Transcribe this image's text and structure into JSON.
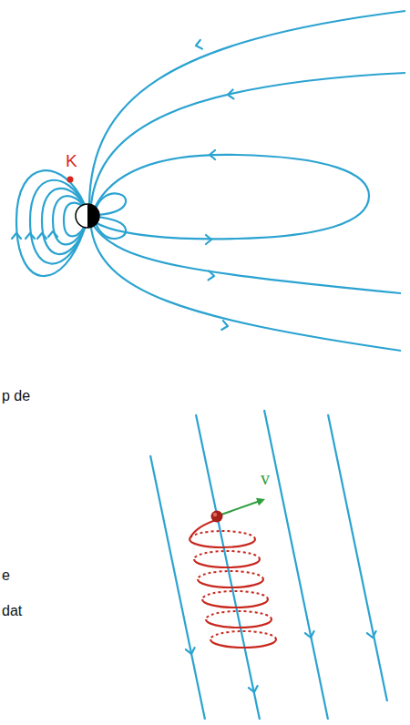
{
  "diagram": {
    "labels": [
      "K",
      "p de",
      "e",
      "dat",
      "v"
    ]
  }
}
